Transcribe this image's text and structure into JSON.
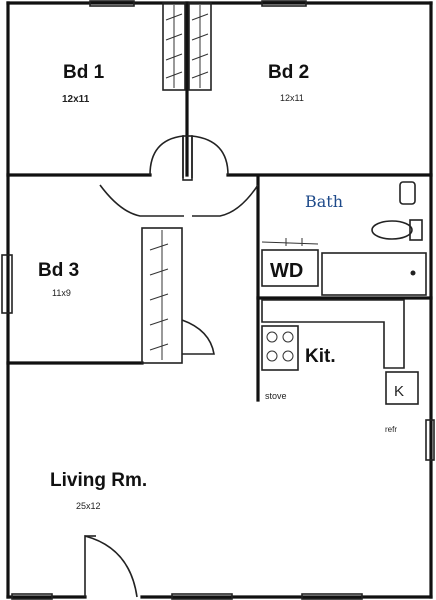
{
  "rooms": {
    "bd1": {
      "name": "Bd 1",
      "size": "12x11"
    },
    "bd2": {
      "name": "Bd 2",
      "size": "12x11"
    },
    "bd3": {
      "name": "Bd 3",
      "size": "11x9"
    },
    "bath": {
      "name": "Bath"
    },
    "kitchen": {
      "name": "Kit."
    },
    "living": {
      "name": "Living Rm.",
      "size": "25x12"
    }
  },
  "fixtures": {
    "washer_dryer": "WD",
    "stove": "stove",
    "fridge_mark": "K",
    "fridge": "refr"
  }
}
